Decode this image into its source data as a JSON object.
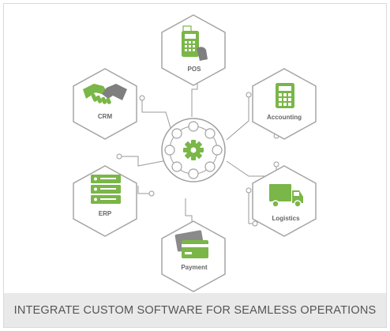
{
  "nodes": {
    "pos": "POS",
    "crm": "CRM",
    "accounting": "Accounting",
    "erp": "ERP",
    "logistics": "Logistics",
    "payment": "Payment"
  },
  "caption": "INTEGRATE CUSTOM SOFTWARE FOR SEAMLESS OPERATIONS",
  "colors": {
    "accent": "#7ab648",
    "line": "#9a9a9a",
    "node_stroke": "#a5a5a5",
    "caption_bg": "#e9e9e9",
    "caption_text": "#555555"
  },
  "icons": [
    "pos-terminal-icon",
    "handshake-icon",
    "calculator-icon",
    "server-rack-icon",
    "truck-icon",
    "credit-card-icon",
    "gear-icon"
  ]
}
